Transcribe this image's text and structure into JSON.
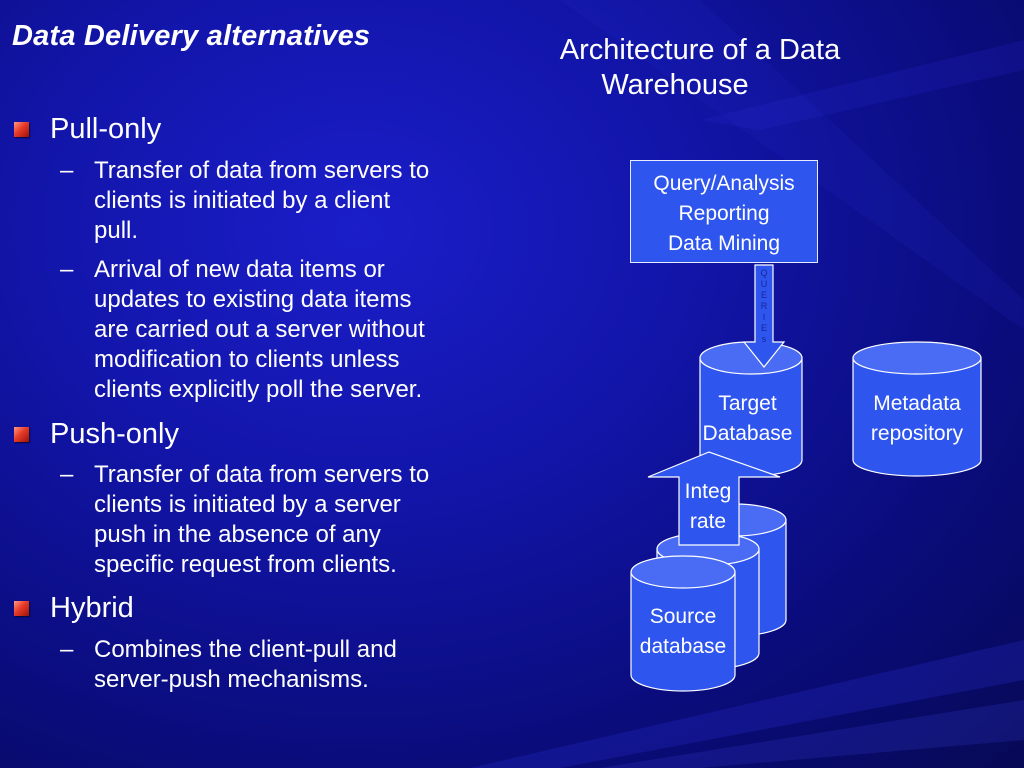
{
  "left": {
    "title": "Data Delivery alternatives",
    "items": [
      {
        "label": "Pull-only",
        "subs": [
          [
            "Transfer of data from servers to",
            "clients is initiated by a client",
            "pull."
          ],
          [
            "Arrival of new data items or",
            "updates to existing data items",
            "are carried out a server without",
            "modification to clients unless",
            "clients explicitly poll the server."
          ]
        ]
      },
      {
        "label": "Push-only",
        "subs": [
          [
            "Transfer of data from servers to",
            "clients is initiated by a server",
            "push in the absence of any",
            "specific request from clients."
          ]
        ]
      },
      {
        "label": "Hybrid",
        "subs": [
          [
            "Combines the client-pull and",
            "server-push mechanisms."
          ]
        ]
      }
    ]
  },
  "diagram": {
    "title": [
      "Architecture of a Data",
      "Warehouse"
    ],
    "query_box": [
      "Query/Analysis",
      "Reporting",
      "Data Mining"
    ],
    "queries_arrow": [
      "Q",
      "U",
      "E",
      "R",
      "I",
      "E",
      "s"
    ],
    "target": [
      "Target",
      "Database"
    ],
    "metadata": [
      "Metadata",
      "repository"
    ],
    "integrate": [
      "Integ",
      "rate"
    ],
    "source": [
      "Source",
      "database"
    ]
  },
  "colors": {
    "background": "#1215a8",
    "cylinder_fill": "#2e55ee",
    "bullet": "#e83b2a",
    "text": "#ffffff"
  }
}
